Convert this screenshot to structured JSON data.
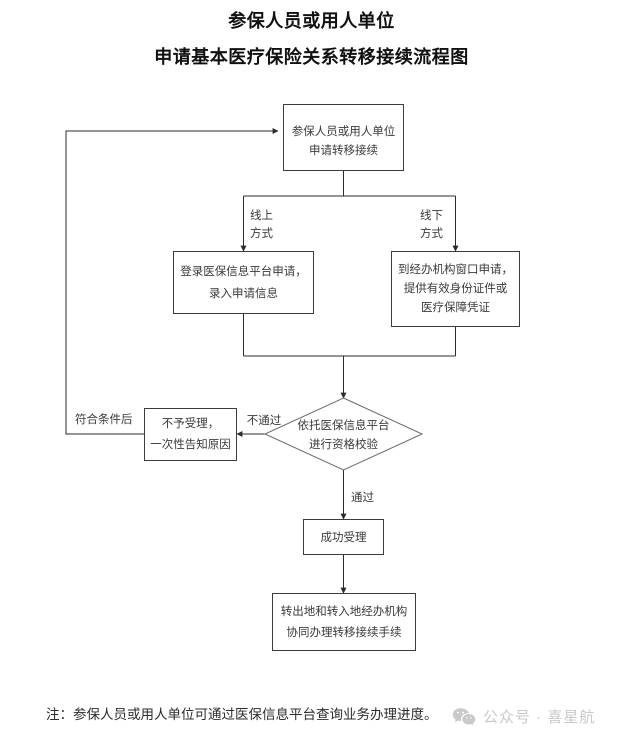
{
  "title": {
    "line1": "参保人员或用人单位",
    "line2": "申请基本医疗保险关系转移接续流程图"
  },
  "flowchart": {
    "nodes": {
      "start": {
        "lines": [
          "参保人员或用人单位",
          "申请转移接续"
        ]
      },
      "online": {
        "lines": [
          "登录医保信息平台申请，",
          "录入申请信息"
        ]
      },
      "offline": {
        "lines": [
          "到经办机构窗口申请，",
          "提供有效身份证件或",
          "医疗保障凭证"
        ]
      },
      "verify": {
        "lines": [
          "依托医保信息平台",
          "进行资格校验"
        ]
      },
      "reject": {
        "lines": [
          "不予受理，",
          "一次性告知原因"
        ]
      },
      "accepted": {
        "lines": [
          "成功受理"
        ]
      },
      "handover": {
        "lines": [
          "转出地和转入地经办机构",
          "协同办理转移接续手续"
        ]
      }
    },
    "edge_labels": {
      "online_branch": [
        "线上",
        "方式"
      ],
      "offline_branch": [
        "线下",
        "方式"
      ],
      "fail": "不通过",
      "pass": "通过",
      "requalify": "符合条件后"
    }
  },
  "footer": {
    "note": "注：参保人员或用人单位可通过医保信息平台查询业务办理进度。",
    "watermark_text": "公众号 · 喜星航",
    "watermark_icon": "wechat-icon"
  },
  "colors": {
    "line": "#2b2b2b",
    "box_stroke": "#3c3c3c",
    "text": "#3a3a3a",
    "title": "#111111",
    "watermark": "#c9c9c9"
  }
}
